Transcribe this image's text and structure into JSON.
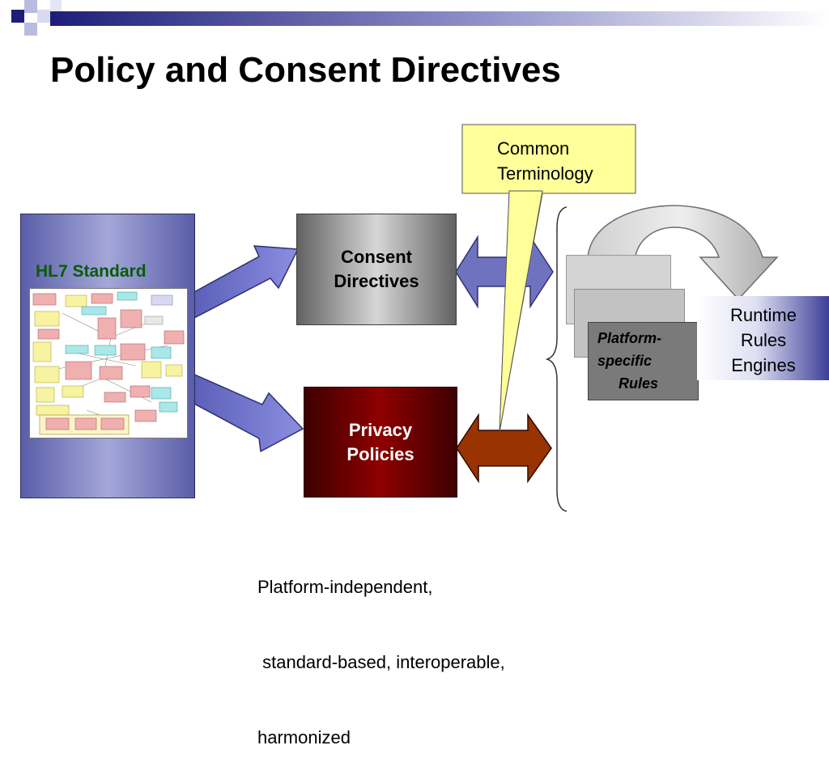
{
  "title": "Policy and Consent Directives",
  "hl7": {
    "label": "HL7 Standard"
  },
  "consent_directives": {
    "line1": "Consent",
    "line2": "Directives"
  },
  "privacy_policies": {
    "line1": "Privacy",
    "line2": "Policies"
  },
  "common_terminology": {
    "line1": "Common",
    "line2": "Terminology"
  },
  "platform_rules": {
    "line1": "Platform-",
    "line2": "specific",
    "line3": "Rules"
  },
  "runtime_engines": {
    "line1": "Runtime",
    "line2": "Rules",
    "line3": "Engines"
  },
  "footer": {
    "line1": "Platform-independent,",
    "line2": " standard-based, interoperable,",
    "line3": "harmonized"
  },
  "colors": {
    "header_bar": "#1e1e78",
    "arrow_fill": "#7073c8",
    "consent_box": "#9a9a9a",
    "privacy_box": "#7a0000",
    "privacy_arrow": "#993300",
    "callout_fill": "#ffff99",
    "hl7_label": "#0a5a0a"
  },
  "icons": {
    "header": "header-squares-icon",
    "hl7_diagram": "uml-thumbnail-icon",
    "cycle": "curved-arrow-icon"
  }
}
